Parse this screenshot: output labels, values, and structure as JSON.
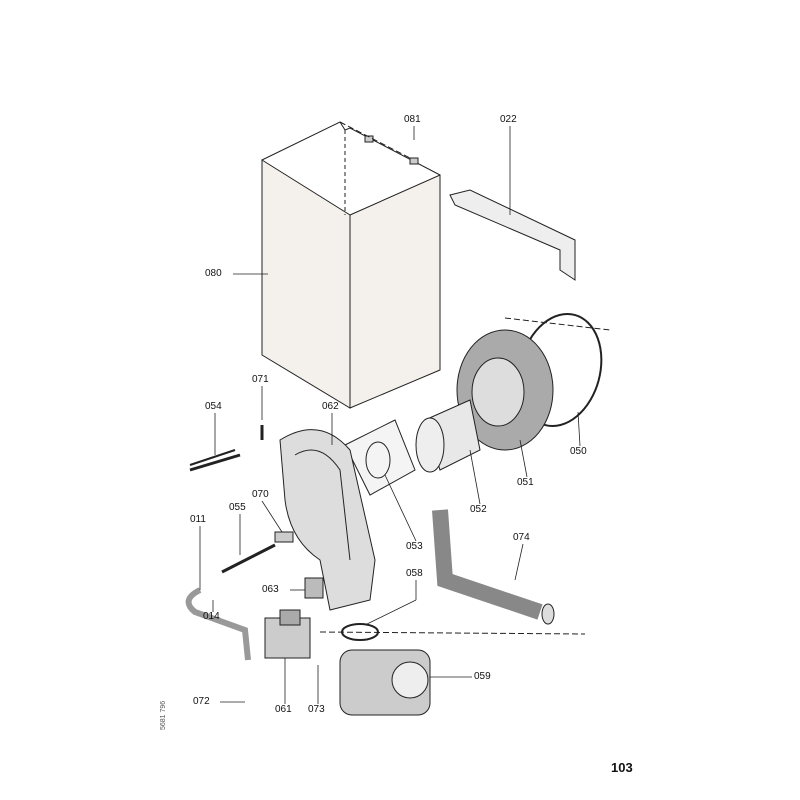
{
  "part_labels": {
    "p081": "081",
    "p022": "022",
    "p080": "080",
    "p071": "071",
    "p054": "054",
    "p062": "062",
    "p070": "070",
    "p055": "055",
    "p011": "011",
    "p063": "063",
    "p014": "014",
    "p058": "058",
    "p059": "059",
    "p072": "072",
    "p061": "061",
    "p073": "073",
    "p053": "053",
    "p052": "052",
    "p051": "051",
    "p050": "050",
    "p074": "074"
  },
  "document_id": "5681 796",
  "page_number": "103"
}
